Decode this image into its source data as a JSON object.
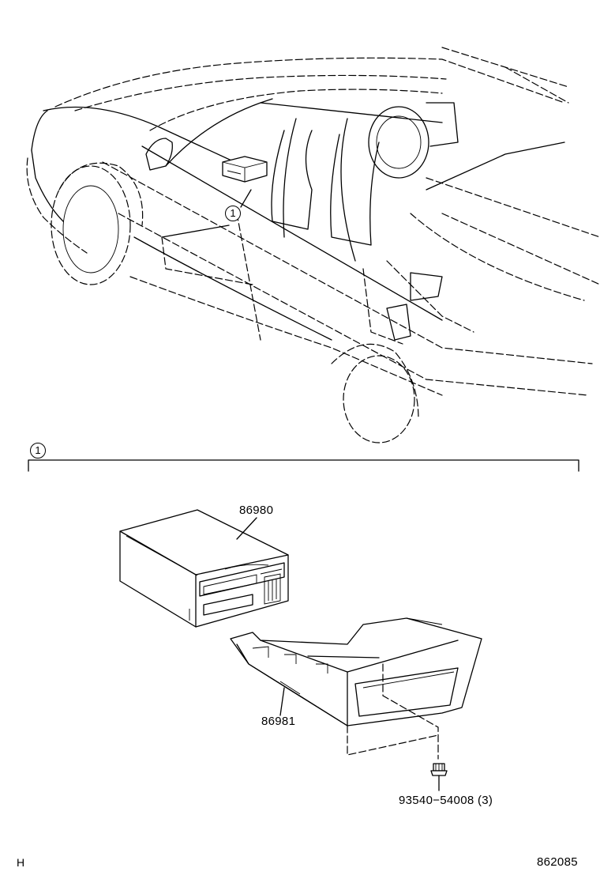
{
  "callout_ref": "1",
  "parts": {
    "cd_changer": "86980",
    "bracket": "86981",
    "screw": "93540−54008 (3)"
  },
  "footer": {
    "left": "H",
    "right": "862085"
  }
}
